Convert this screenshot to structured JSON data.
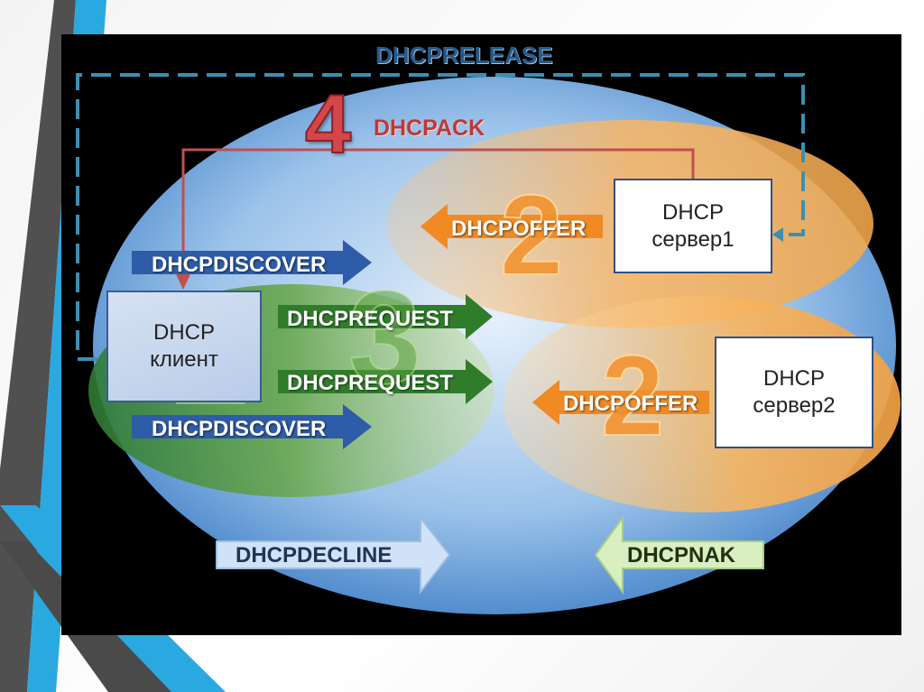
{
  "diagram": {
    "messages": {
      "release": "DHCPRELEASE",
      "ack": "DHCPACK",
      "offer_1": "DHCPOFFER",
      "offer_2": "DHCPOFFER",
      "discover_1": "DHCPDISCOVER",
      "discover_2": "DHCPDISCOVER",
      "request_1": "DHCPREQUEST",
      "request_2": "DHCPREQUEST",
      "decline": "DHCPDECLINE",
      "nak": "DHCPNAK"
    },
    "step_numbers": {
      "step_1": "1",
      "step_2_server1": "2",
      "step_2_server2": "2",
      "step_3": "3",
      "step_4": "4"
    },
    "nodes": {
      "client": {
        "line1": "DHCP",
        "line2": "клиент"
      },
      "server1": {
        "line1": "DHCP",
        "line2": "сервер1"
      },
      "server2": {
        "line1": "DHCP",
        "line2": "сервер2"
      }
    },
    "colors": {
      "outer_ellipse": "#5a9ad6",
      "client_zone": "#4f8f3a",
      "server_zone": "#f6b868",
      "release_line": "#3c8fb3",
      "ack_line": "#c0504d",
      "discover_arrow": "#2e5ca8",
      "request_arrow": "#2f7d2a",
      "offer_arrow": "#ef8a25",
      "decline_arrow": "#cfe2f7",
      "nak_arrow": "#d9efc0"
    }
  }
}
